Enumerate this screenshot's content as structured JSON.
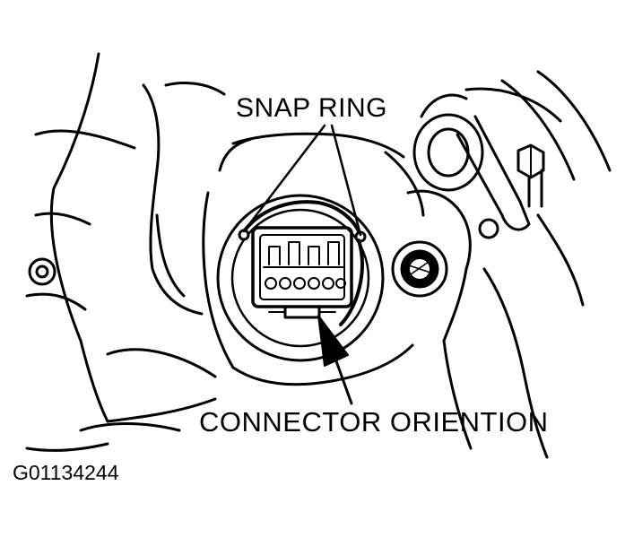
{
  "callouts": {
    "snap_ring": "SNAP RING",
    "connector_orientation": "CONNECTOR ORIENTION"
  },
  "figure_code": "G01134244"
}
